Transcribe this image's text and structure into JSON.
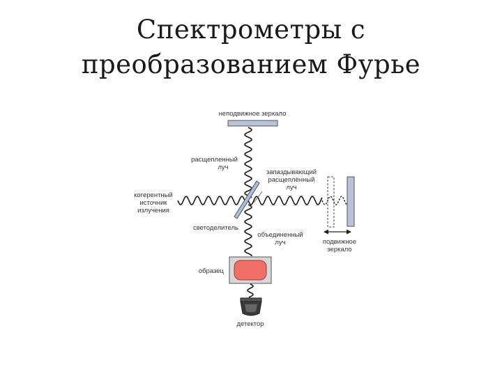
{
  "title": {
    "line1": "Спектрометры с",
    "line2": "преобразованием Фурье"
  },
  "colors": {
    "mirror": "#b8c2d8",
    "beamsplitter": "#a9bde0",
    "sample": "#f07068",
    "sample_holder": "#d8d8d8",
    "detector": "#3a3a3a",
    "wave": "#1a1a1a",
    "text": "#333333"
  },
  "labels": {
    "fixed_mirror": "неподвижное зеркало",
    "split_beam_1": "расщепленный",
    "split_beam_2": "луч",
    "delayed_beam_1": "запаздывающий",
    "delayed_beam_2": "расщеплённый",
    "delayed_beam_3": "луч",
    "source_1": "когерентный",
    "source_2": "источник",
    "source_3": "излучения",
    "beamsplitter": "светоделитель",
    "combined_beam_1": "объединенный",
    "combined_beam_2": "луч",
    "moving_mirror_1": "подвижное",
    "moving_mirror_2": "зеркало",
    "sample": "образец",
    "detector": "детектор"
  }
}
